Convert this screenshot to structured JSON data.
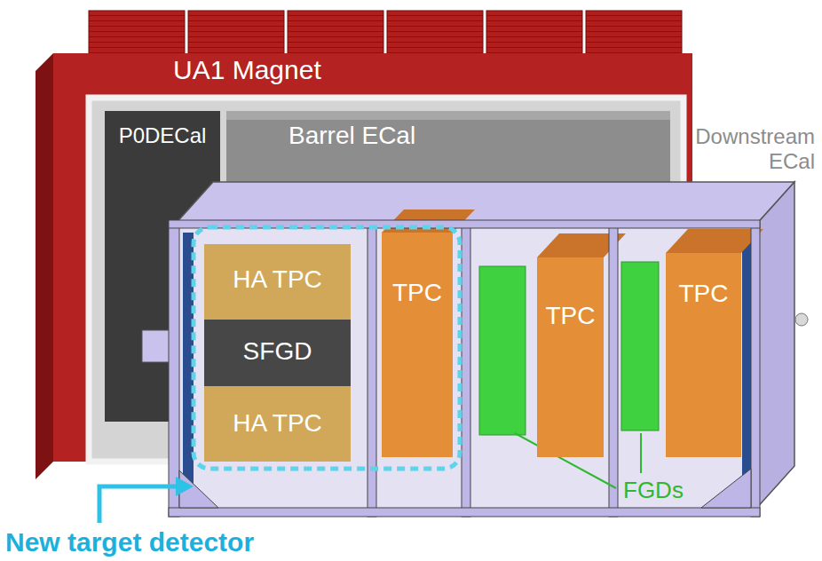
{
  "diagram": {
    "nodes": [
      {
        "text": [
          "UA1 Magnet"
        ]
      },
      {
        "text": [
          "P0DECal"
        ],
        "in": 0
      },
      {
        "text": [
          "Barrel ECal"
        ],
        "in": 0
      },
      {
        "text": [
          "HA TPC"
        ]
      },
      {
        "text": [
          "SFGD"
        ]
      },
      {
        "text": [
          "HA TPC"
        ]
      },
      {
        "text": [
          "TPC"
        ]
      },
      {
        "text": [
          "TPC"
        ]
      },
      {
        "text": [
          "TPC"
        ]
      }
    ],
    "labels": [
      "Downstream ECal",
      "FGDs",
      "New target detector"
    ]
  }
}
